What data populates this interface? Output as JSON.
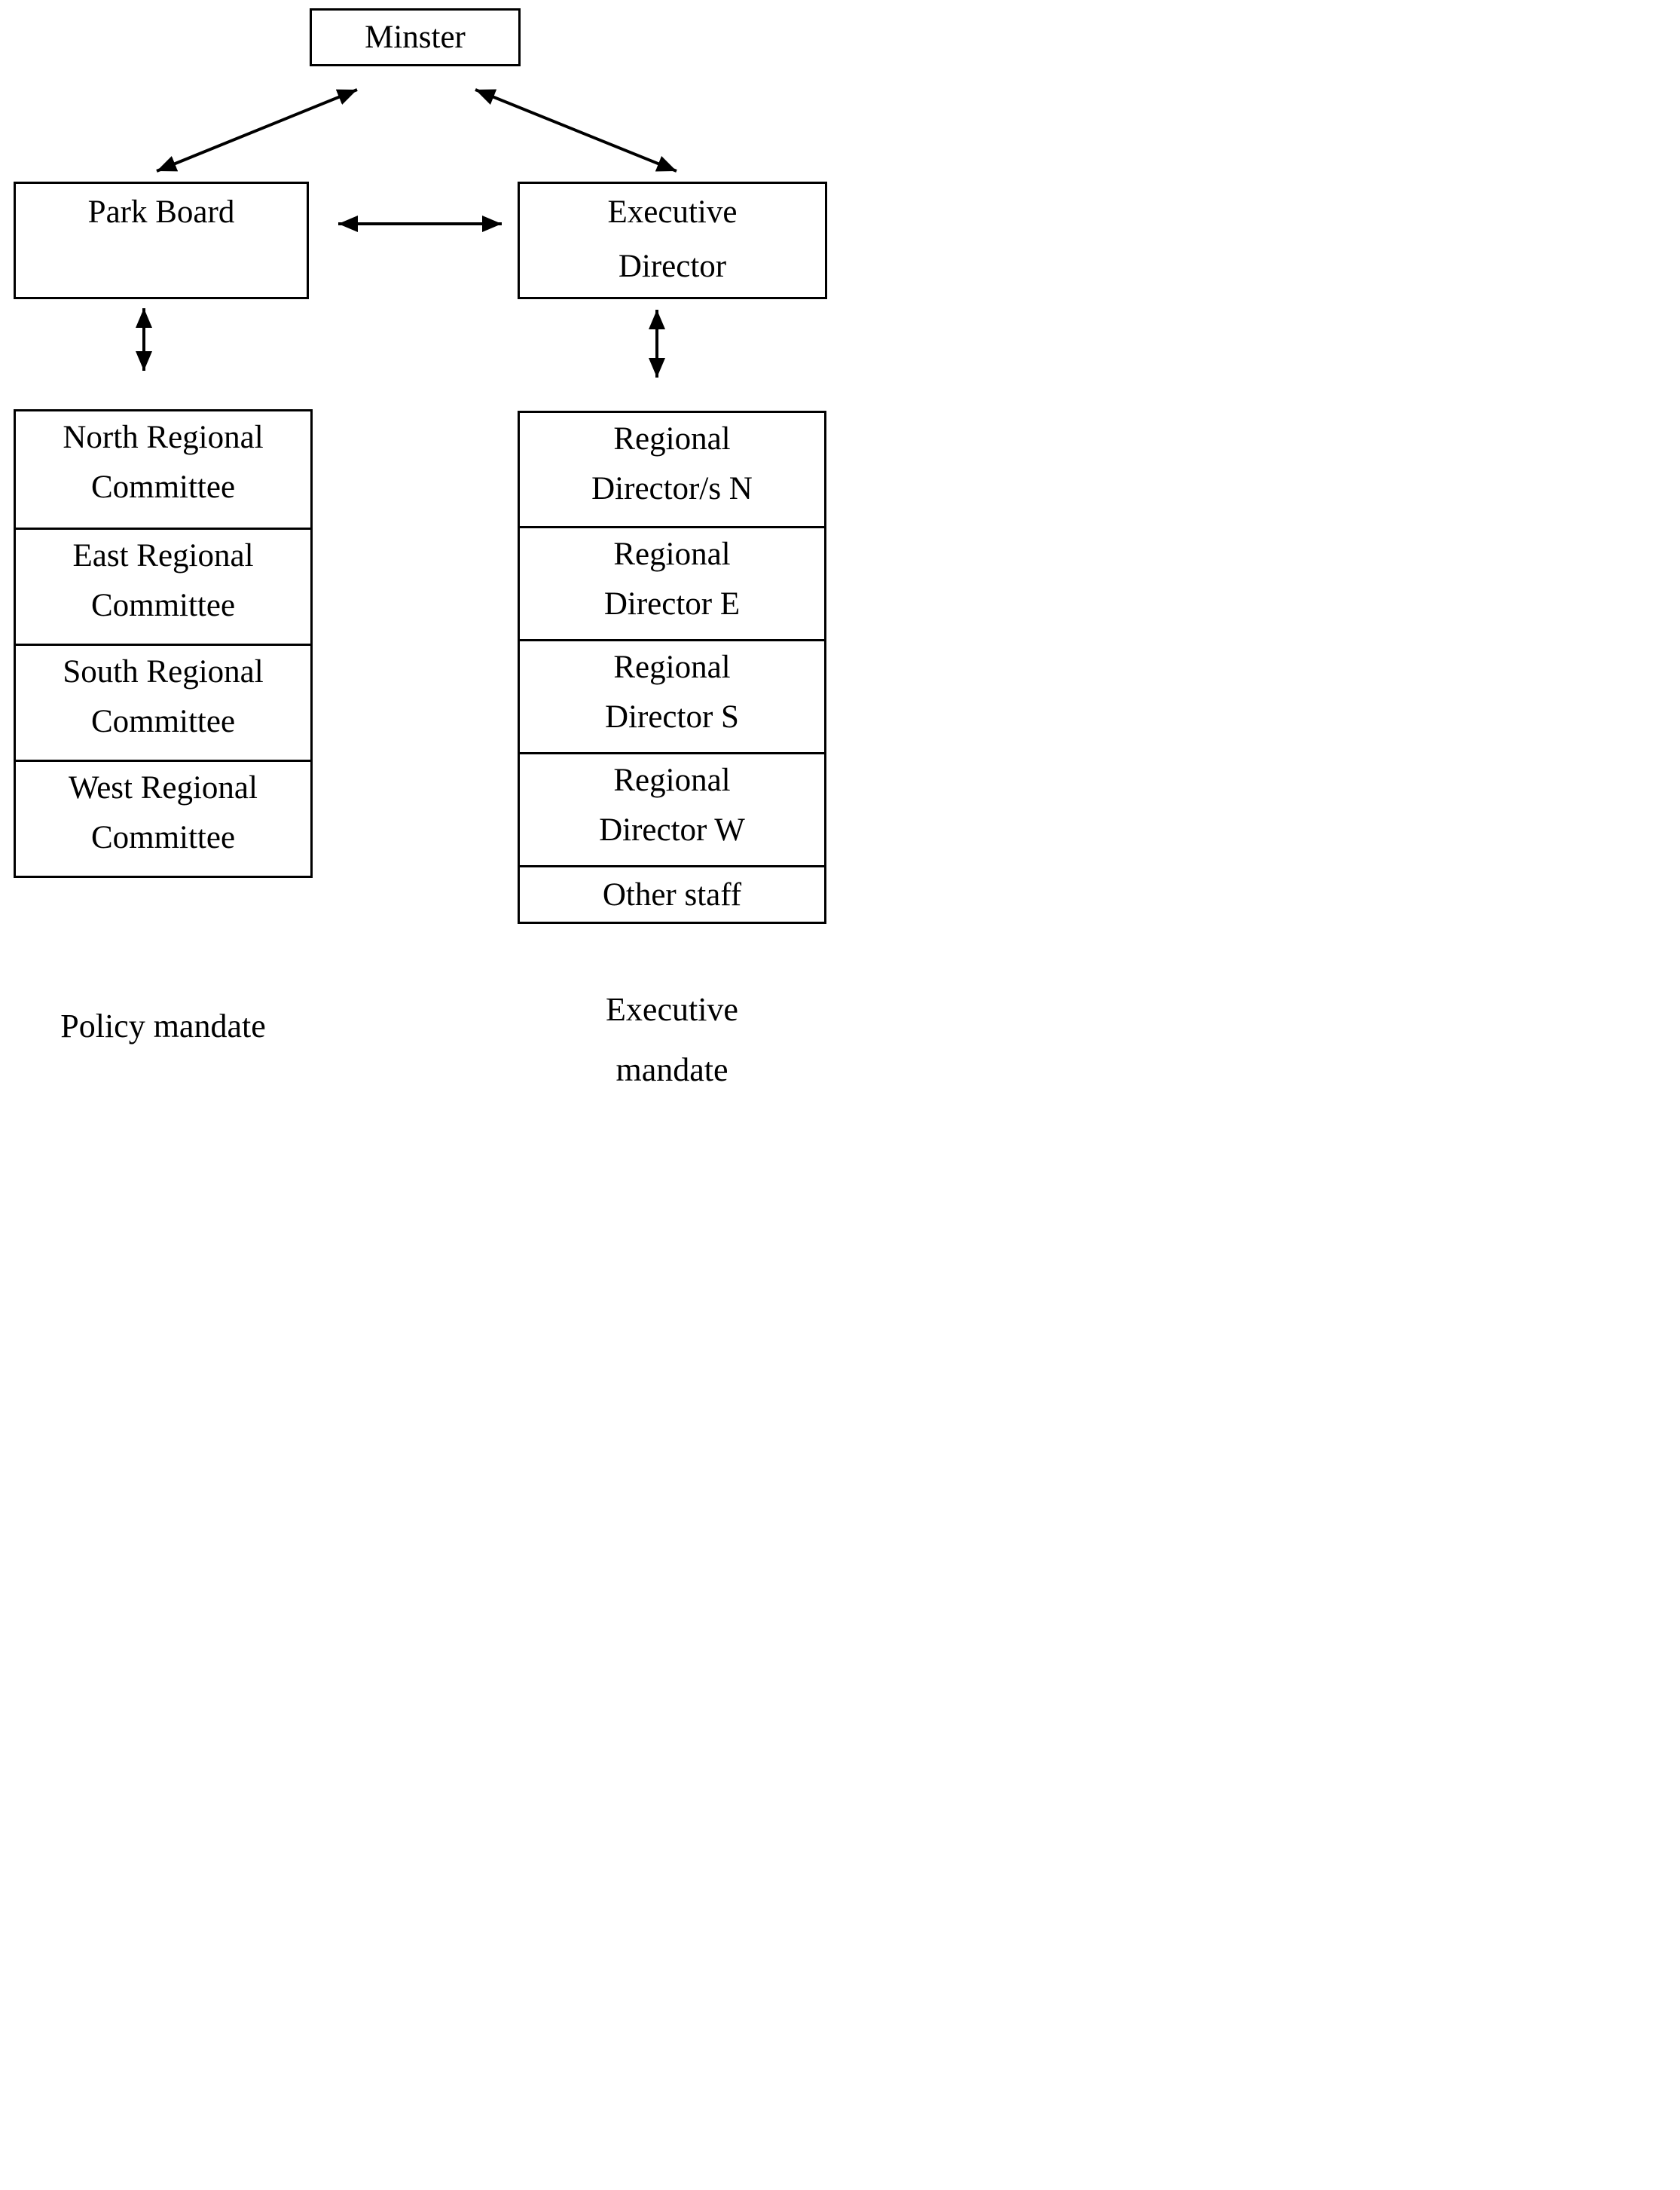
{
  "diagram": {
    "title_hint": "organizational chart",
    "ink_color": "#000000",
    "background_color": "#ffffff",
    "nodes": {
      "minister": {
        "label": "Minster"
      },
      "park_board": {
        "label": "Park Board"
      },
      "executive_director": {
        "line1": "Executive",
        "line2": "Director"
      }
    },
    "left_column": {
      "rows": [
        {
          "line1": "North Regional",
          "line2": "Committee"
        },
        {
          "line1": "East Regional",
          "line2": "Committee"
        },
        {
          "line1": "South Regional",
          "line2": "Committee"
        },
        {
          "line1": "West Regional",
          "line2": "Committee"
        }
      ],
      "footer": "Policy mandate"
    },
    "right_column": {
      "rows": [
        {
          "line1": "Regional",
          "line2": "Director/s N"
        },
        {
          "line1": "Regional",
          "line2": "Director E"
        },
        {
          "line1": "Regional",
          "line2": "Director S"
        },
        {
          "line1": "Regional",
          "line2": "Director W"
        }
      ],
      "other_staff": "Other staff",
      "footer_line1": "Executive",
      "footer_line2": "mandate"
    },
    "connections": [
      "minister <-> park_board (diagonal double arrow)",
      "minister <-> executive_director (diagonal double arrow)",
      "park_board <-> executive_director (horizontal double arrow)",
      "park_board <-> regional committees (vertical double arrow)",
      "executive_director <-> regional directors (vertical double arrow)"
    ]
  }
}
